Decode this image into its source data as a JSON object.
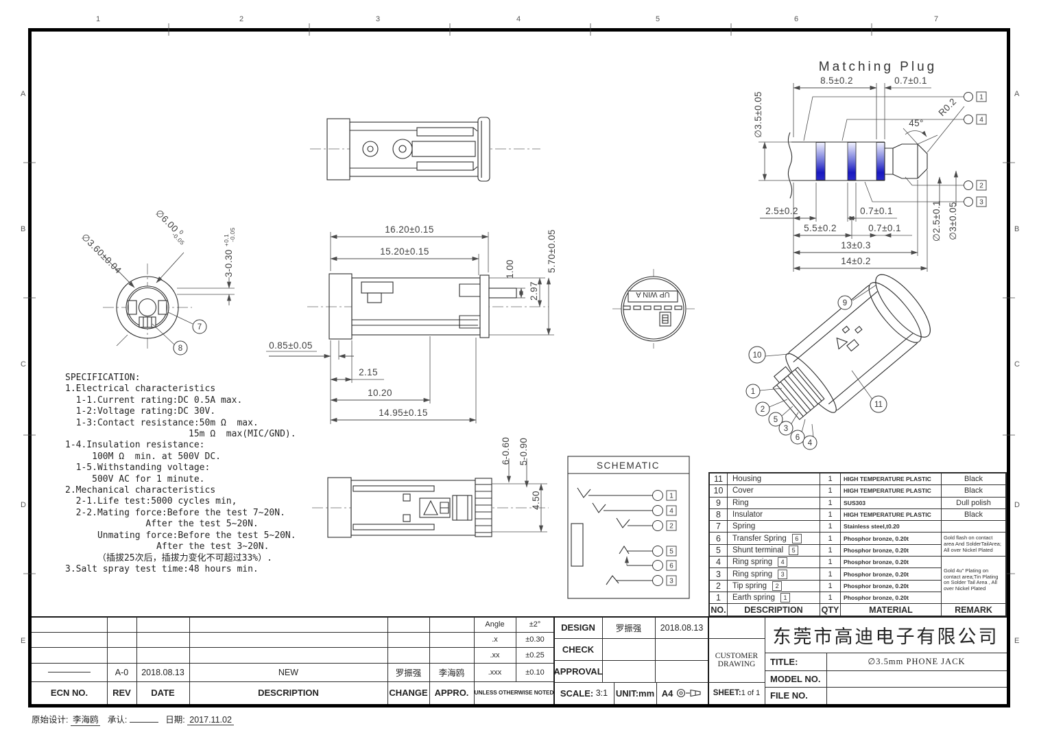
{
  "frame": {
    "zones_top": [
      "1",
      "2",
      "3",
      "4",
      "5",
      "6",
      "7"
    ],
    "zones_left": [
      "A",
      "B",
      "C",
      "D",
      "E"
    ],
    "zones_right": [
      "A",
      "B",
      "C",
      "D",
      "E"
    ]
  },
  "spec": {
    "text": "SPECIFICATION:\n1.Electrical characteristics\n  1-1.Current rating:DC 0.5A max.\n  1-2:Voltage rating:DC 30V.\n  1-3:Contact resistance:50m Ω  max.\n                       15m Ω  max(MIC/GND).\n1-4.Insulation resistance:\n     100M Ω  min. at 500V DC.\n  1-5.Withstanding voltage:\n     500V AC for 1 minute.\n2.Mechanical characteristics\n  2-1.Life test:5000 cycles min,\n  2-2.Mating force:Before the test 7~20N.\n               After the test 5~20N.\n      Unmating force:Before the test 5~20N.\n                 After the test 3~20N.\n      （插拔25次后，插拔力变化不可超过33%）.\n3.Salt spray test time:48 hours min."
  },
  "plug": {
    "title": "Matching Plug",
    "d85": "8.5±0.2",
    "d07a": "0.7±0.1",
    "d35": "∅3.5±0.05",
    "r02": "R0.2",
    "a45": "45°",
    "t1": "1",
    "t4": "4",
    "t2": "2",
    "t3": "3",
    "d25": "2.5±0.2",
    "d07b": "0.7±0.1",
    "d55": "5.5±0.2",
    "d07c": "0.7±0.1",
    "d13": "13±0.3",
    "d14": "14±0.2",
    "d25d": "∅2.5±0.1",
    "d3": "∅3±0.05"
  },
  "front_view": {
    "d360": "∅3.60±0.04",
    "d600": "∅6.00",
    "d600_up": "0",
    "d600_dn": "-0.05",
    "d330": "3-0.30",
    "d330_up": "+0.1",
    "d330_dn": "-0.05",
    "b7": "7",
    "b8": "8"
  },
  "side_view": {
    "d1620": "16.20±0.15",
    "d1520": "15.20±0.15",
    "d100": "1.00",
    "d297": "2.97",
    "d570": "5.70±0.05",
    "d085": "0.85±0.05",
    "d215": "2.15",
    "d1020": "10.20",
    "d1495": "14.95±0.15"
  },
  "rear_view": {
    "marking": "UP WIN A"
  },
  "bottom_view": {
    "d660": "6-0.60",
    "d590": "5-0.90",
    "d450": "4.50"
  },
  "schematic": {
    "title": "SCHEMATIC",
    "terminals": [
      "1",
      "4",
      "2",
      "5",
      "6",
      "3"
    ]
  },
  "iso": {
    "balloons": [
      "1",
      "2",
      "3",
      "4",
      "5",
      "6",
      "9",
      "10",
      "11"
    ]
  },
  "bom": {
    "headers": {
      "no": "NO.",
      "desc": "DESCRIPTION",
      "qty": "QTY",
      "material": "MATERIAL",
      "remark": "REMARK"
    },
    "rows": [
      {
        "no": "11",
        "desc": "Housing",
        "qty": "1",
        "material": "HIGH TEMPERATURE PLASTIC",
        "remark": "Black"
      },
      {
        "no": "10",
        "desc": "Cover",
        "qty": "1",
        "material": "HIGH TEMPERATURE PLASTIC",
        "remark": "Black"
      },
      {
        "no": "9",
        "desc": "Ring",
        "qty": "1",
        "material": "SUS303",
        "remark": "Dull polish"
      },
      {
        "no": "8",
        "desc": "Insulator",
        "qty": "1",
        "material": "HIGH TEMPERATURE PLASTIC",
        "remark": "Black"
      },
      {
        "no": "7",
        "desc": "Spring",
        "qty": "1",
        "material": "Stainless steel,t0.20",
        "remark": ""
      },
      {
        "no": "6",
        "desc": "Transfer Spring",
        "tag": "6",
        "qty": "1",
        "material": "Phosphor bronze, 0.20t"
      },
      {
        "no": "5",
        "desc": "Shunt terminal",
        "tag": "5",
        "qty": "1",
        "material": "Phosphor bronze, 0.20t"
      },
      {
        "no": "4",
        "desc": "Ring spring",
        "tag": "4",
        "qty": "1",
        "material": "Phosphor bronze, 0.20t"
      },
      {
        "no": "3",
        "desc": "Ring spring",
        "tag": "3",
        "qty": "1",
        "material": "Phosphor bronze, 0.20t"
      },
      {
        "no": "2",
        "desc": "Tip spring",
        "tag": "2",
        "qty": "1",
        "material": "Phosphor bronze, 0.20t"
      },
      {
        "no": "1",
        "desc": "Earth spring",
        "tag": "1",
        "qty": "1",
        "material": "Phosphor bronze, 0.20t"
      }
    ],
    "remark_gold_flash": "Gold flash on contact area And SolderTailArea; All over Nickel Plated",
    "remark_gold_plating": "Gold 4u\" Plating on contact area;Tin Plating on Solder Tail Area , All over Nickel Plated"
  },
  "title_block": {
    "company": "东莞市高迪电子有限公司",
    "title_label": "TITLE:",
    "title_value": "∅3.5mm PHONE JACK",
    "model_label": "MODEL NO.",
    "file_label": "FILE NO.",
    "customer": "CUSTOMER DRAWING",
    "sheet_label": "SHEET:",
    "sheet_value": "1 of 1",
    "design_label": "DESIGN",
    "design_name": "罗振强",
    "design_date": "2018.08.13",
    "check_label": "CHECK",
    "approval_label": "APPROVAL",
    "scale_label": "SCALE:",
    "scale_value": "3:1",
    "unit": "UNIT:mm",
    "paper": "A4"
  },
  "revision": {
    "headers": {
      "ecn": "ECN  NO.",
      "rev": "REV",
      "date": "DATE",
      "desc": "DESCRIPTION",
      "change": "CHANGE",
      "appro": "APPRO."
    },
    "row": {
      "rev": "A-0",
      "date": "2018.08.13",
      "desc": "NEW",
      "change": "罗振强",
      "appro": "李海鸥"
    }
  },
  "tolerance": {
    "rows": [
      [
        "Angle",
        "±2°"
      ],
      [
        ".x",
        "±0.30"
      ],
      [
        ".xx",
        "±0.25"
      ],
      [
        ".xxx",
        "±0.10"
      ]
    ],
    "note": "UNLESS OTHERWISE NOTED"
  },
  "footer": {
    "design_label": "原始设计:",
    "design_name": "李海鸥",
    "approve_label": "承认:",
    "approve_value": "",
    "date_label": "日期:",
    "date_value": "2017.11.02"
  }
}
